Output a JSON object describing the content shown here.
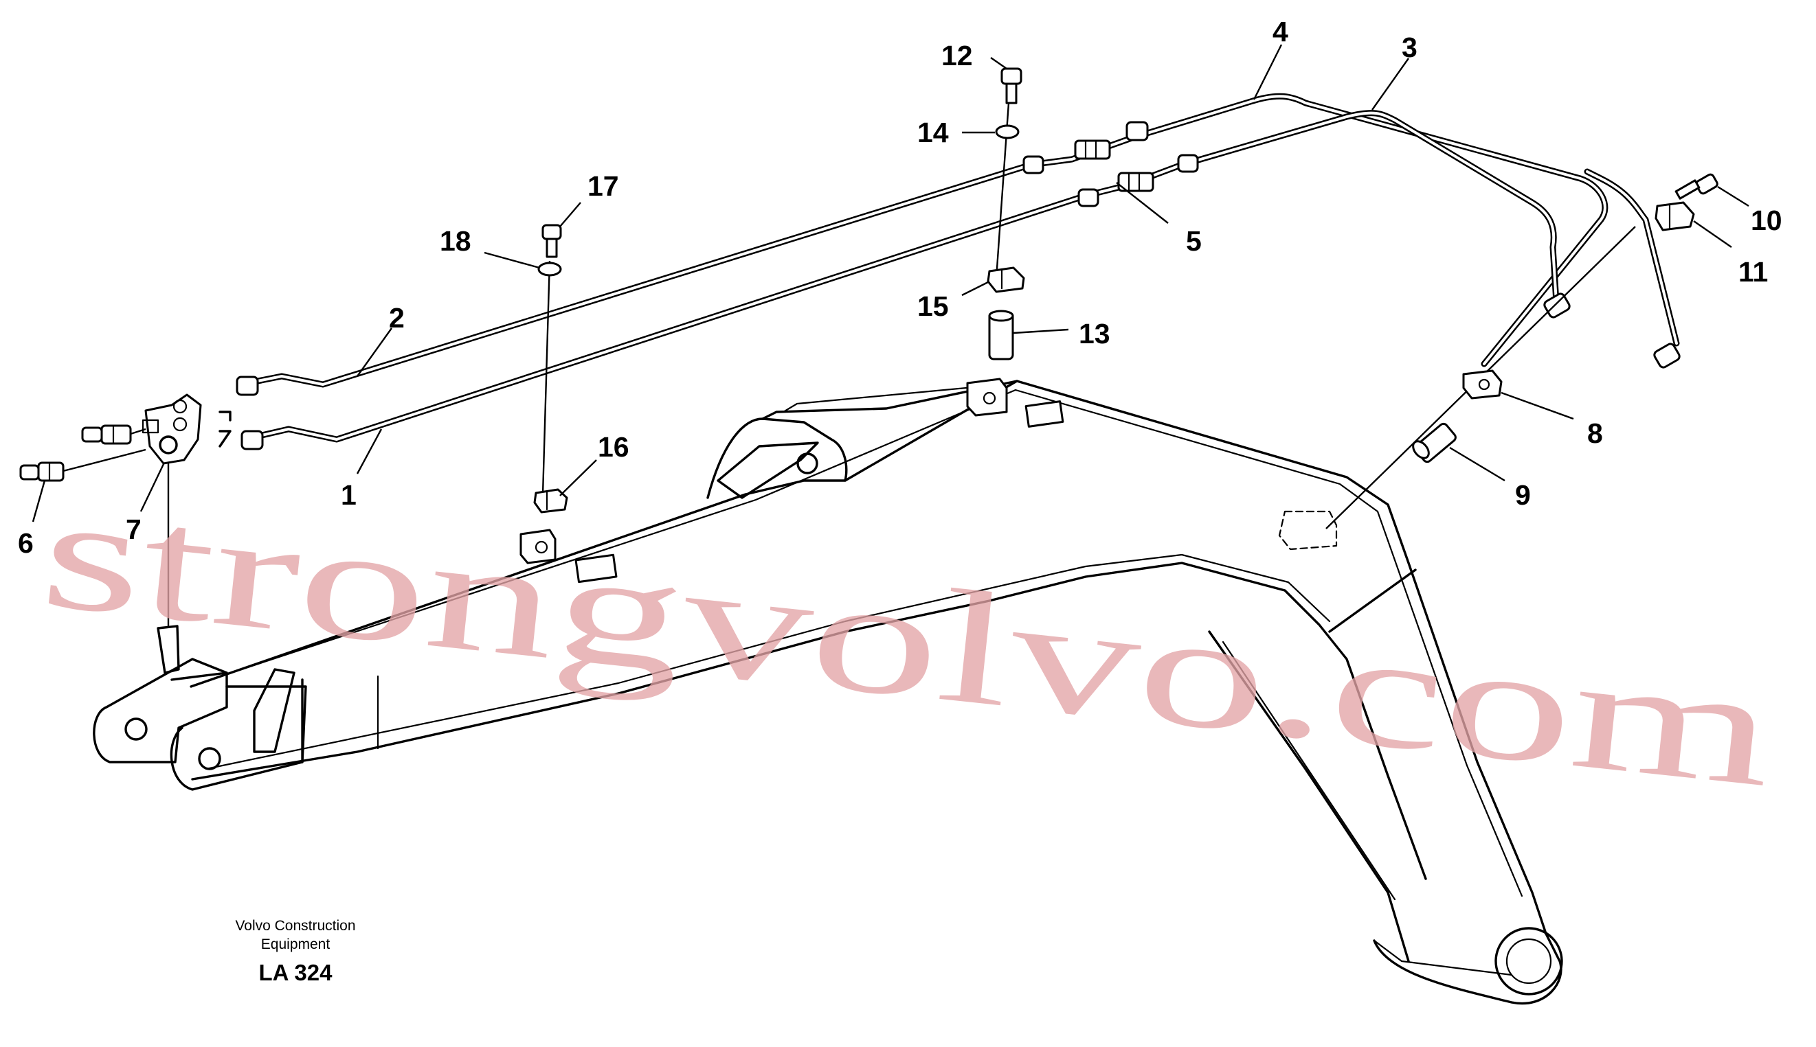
{
  "callouts": {
    "c1": "1",
    "c2": "2",
    "c3": "3",
    "c4": "4",
    "c5": "5",
    "c6": "6",
    "c7": "7",
    "c8": "8",
    "c9": "9",
    "c10": "10",
    "c11": "11",
    "c12": "12",
    "c13": "13",
    "c14": "14",
    "c15": "15",
    "c16": "16",
    "c17": "17",
    "c18": "18"
  },
  "caption": {
    "line1": "Volvo Construction",
    "line2": "Equipment",
    "code": "LA 324"
  },
  "watermark": "strongvolvo.com",
  "colors": {
    "line": "#000000",
    "watermark": "#e3a4a6",
    "background": "#ffffff"
  }
}
